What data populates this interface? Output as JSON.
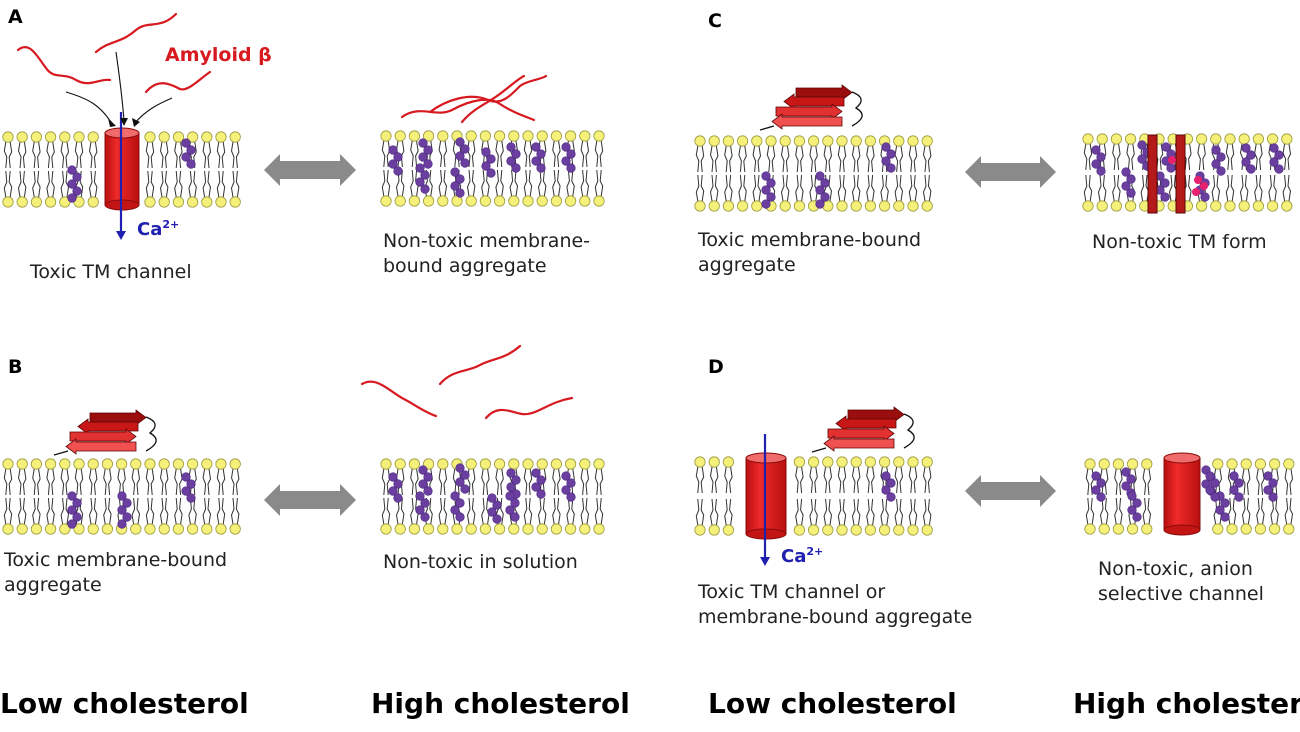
{
  "panels": {
    "a": "A",
    "b": "B",
    "c": "C",
    "d": "D"
  },
  "amyloid_label": "Amyloid β",
  "calcium": {
    "base": "Ca",
    "charge": "2+"
  },
  "captions": {
    "a_left": [
      "Toxic TM channel"
    ],
    "a_right": [
      "Non-toxic membrane-",
      "bound aggregate"
    ],
    "b_left": [
      "Toxic membrane-bound",
      "aggregate"
    ],
    "b_right": [
      "Non-toxic in solution"
    ],
    "c_left": [
      "Toxic membrane-bound",
      "aggregate"
    ],
    "c_right": [
      "Non-toxic TM form"
    ],
    "d_left": [
      "Toxic TM channel or",
      "membrane-bound aggregate"
    ],
    "d_right": [
      "Non-toxic, anion",
      "selective channel"
    ]
  },
  "footer": {
    "low1": "Low cholesterol",
    "high1": "High cholesterol",
    "low2": "Low cholesterol",
    "high2": "High cholesterol"
  },
  "colors": {
    "amyloid_red": "#d71920",
    "channel_red": "#e41e1e",
    "cholesterol_purple": "#6b3fa0",
    "lipid_head": "#f4f07a",
    "calcium_blue": "#1f1fb0",
    "equilibrium_arrow": "#8a8a8a"
  }
}
